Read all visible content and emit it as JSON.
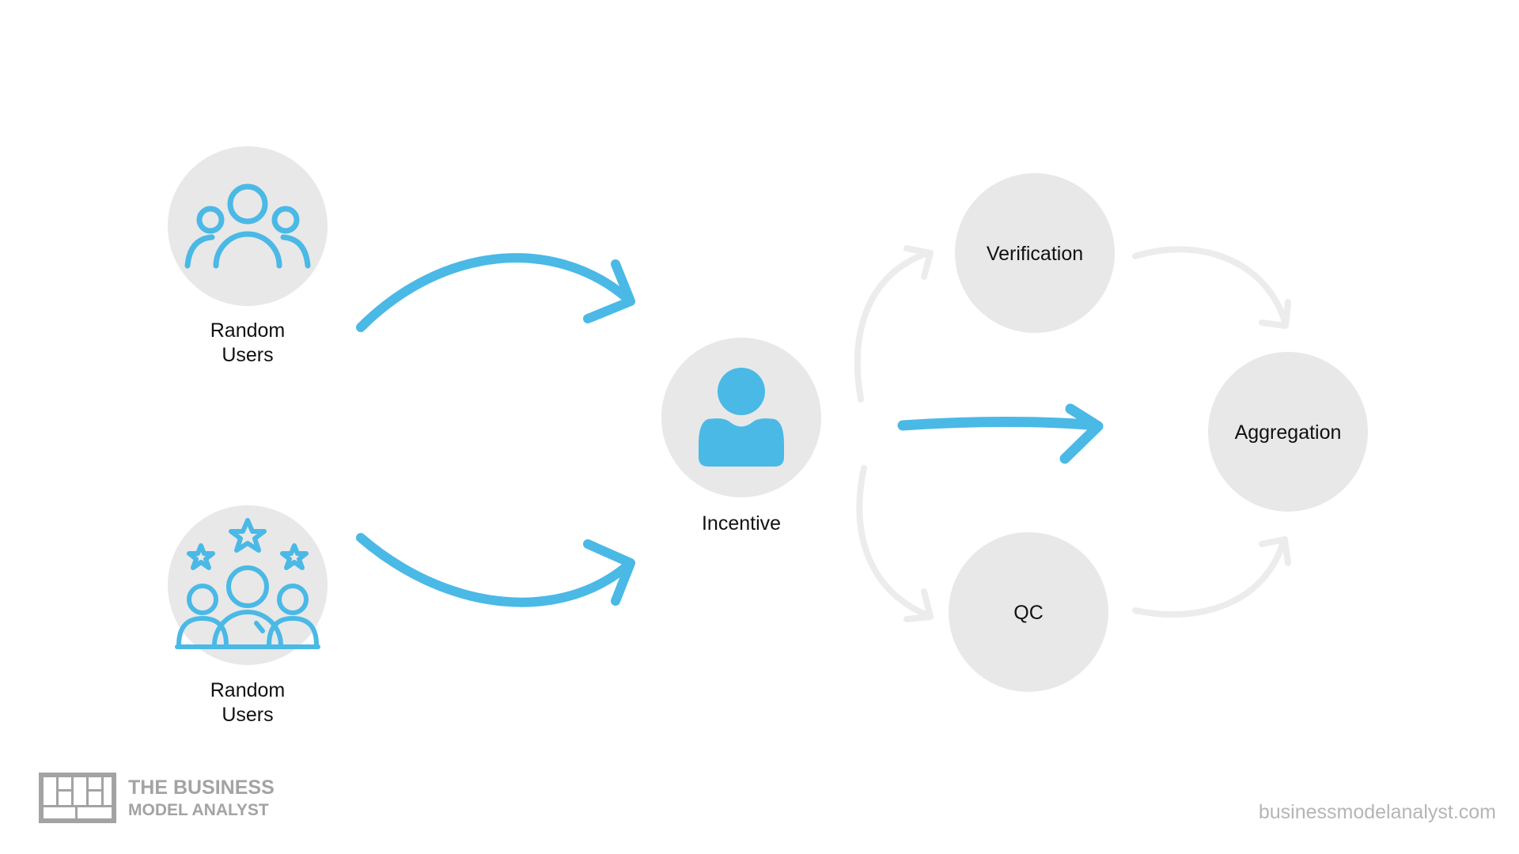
{
  "colors": {
    "accent": "#4ab9e6",
    "circle": "#e8e8e8",
    "light_arrow": "#ececec",
    "label": "#111111",
    "logo": "#a3a3a3",
    "site": "#b5b5b5"
  },
  "nodes": {
    "random_users_top": {
      "line1": "Random",
      "line2": "Users",
      "icon": "group-of-people-icon"
    },
    "random_users_bottom": {
      "line1": "Random",
      "line2": "Users",
      "icon": "people-with-stars-icon"
    },
    "incentive": {
      "label": "Incentive",
      "icon": "user-icon"
    },
    "verification": {
      "label": "Verification"
    },
    "qc": {
      "label": "QC"
    },
    "aggregation": {
      "label": "Aggregation"
    }
  },
  "logo": {
    "line1": "THE BUSINESS",
    "line2": "MODEL ANALYST",
    "icon": "business-model-canvas-icon"
  },
  "footer": {
    "site": "businessmodelanalyst.com"
  }
}
